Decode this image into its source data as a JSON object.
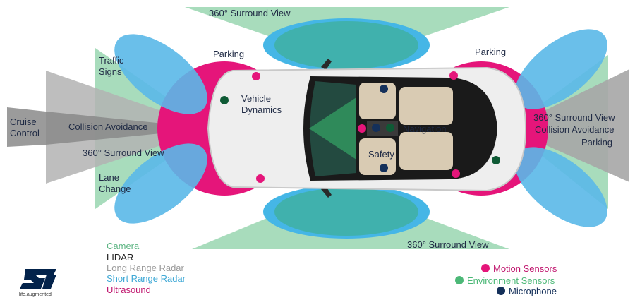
{
  "labels": {
    "surround_top": "360° Surround View",
    "surround_bottom": "360° Surround View",
    "parking_left": "Parking",
    "parking_right": "Parking",
    "traffic_signs": "Traffic\nSigns",
    "cruise_control": "Cruise\nControl",
    "collision_avoidance_left": "Collision Avoidance",
    "surround_left": "360° Surround View",
    "lane_change": "Lane\nChange",
    "vehicle_dynamics": "Vehicle\nDynamics",
    "navigation": "Navigation",
    "safety": "Safety",
    "surround_right": "360° Surround View",
    "collision_avoidance_right": "Collision Avoidance",
    "parking_right_side": "Parking"
  },
  "legend_sensor_types": [
    {
      "label": "Camera",
      "color": "#5db583"
    },
    {
      "label": "LIDAR",
      "color": "#222222"
    },
    {
      "label": "Long Range Radar",
      "color": "#9a9a9a"
    },
    {
      "label": "Short Range Radar",
      "color": "#3fa9d6"
    },
    {
      "label": "Ultrasound",
      "color": "#c0166e"
    }
  ],
  "legend_sensors": [
    {
      "label": "Motion Sensors",
      "color": "#e5157a"
    },
    {
      "label": "Environment Sensors",
      "color": "#4cb877"
    },
    {
      "label": "Microphone",
      "color": "#14305a"
    }
  ],
  "logo": {
    "tagline": "life.augmented",
    "color": "#03234b"
  }
}
